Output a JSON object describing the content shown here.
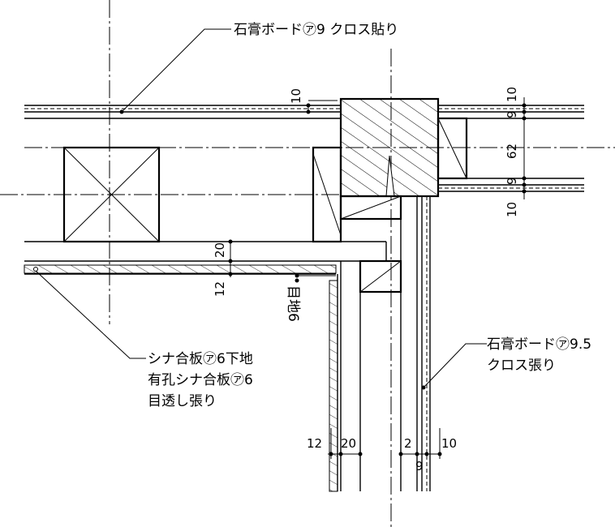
{
  "labels": {
    "top_board": "石膏ボード㋐9 クロス貼り",
    "right_board_line1": "石膏ボード㋐9.5",
    "right_board_line2": "クロス張り",
    "ceiling_line1": "シナ合板㋐6下地",
    "ceiling_line2": "有孔シナ合板㋐6",
    "ceiling_line3": "目透し張り",
    "joint": "目地6"
  },
  "dimensions": {
    "top_left_10": "10",
    "right_10_top": "10",
    "right_9_top": "9",
    "right_62": "62",
    "right_9_bottom": "9",
    "right_10_bottom": "10",
    "left_20": "20",
    "left_12": "12",
    "bottom_12": "12",
    "bottom_20": "20",
    "bottom_2": "2",
    "bottom_10": "10",
    "bottom_9": "9"
  }
}
